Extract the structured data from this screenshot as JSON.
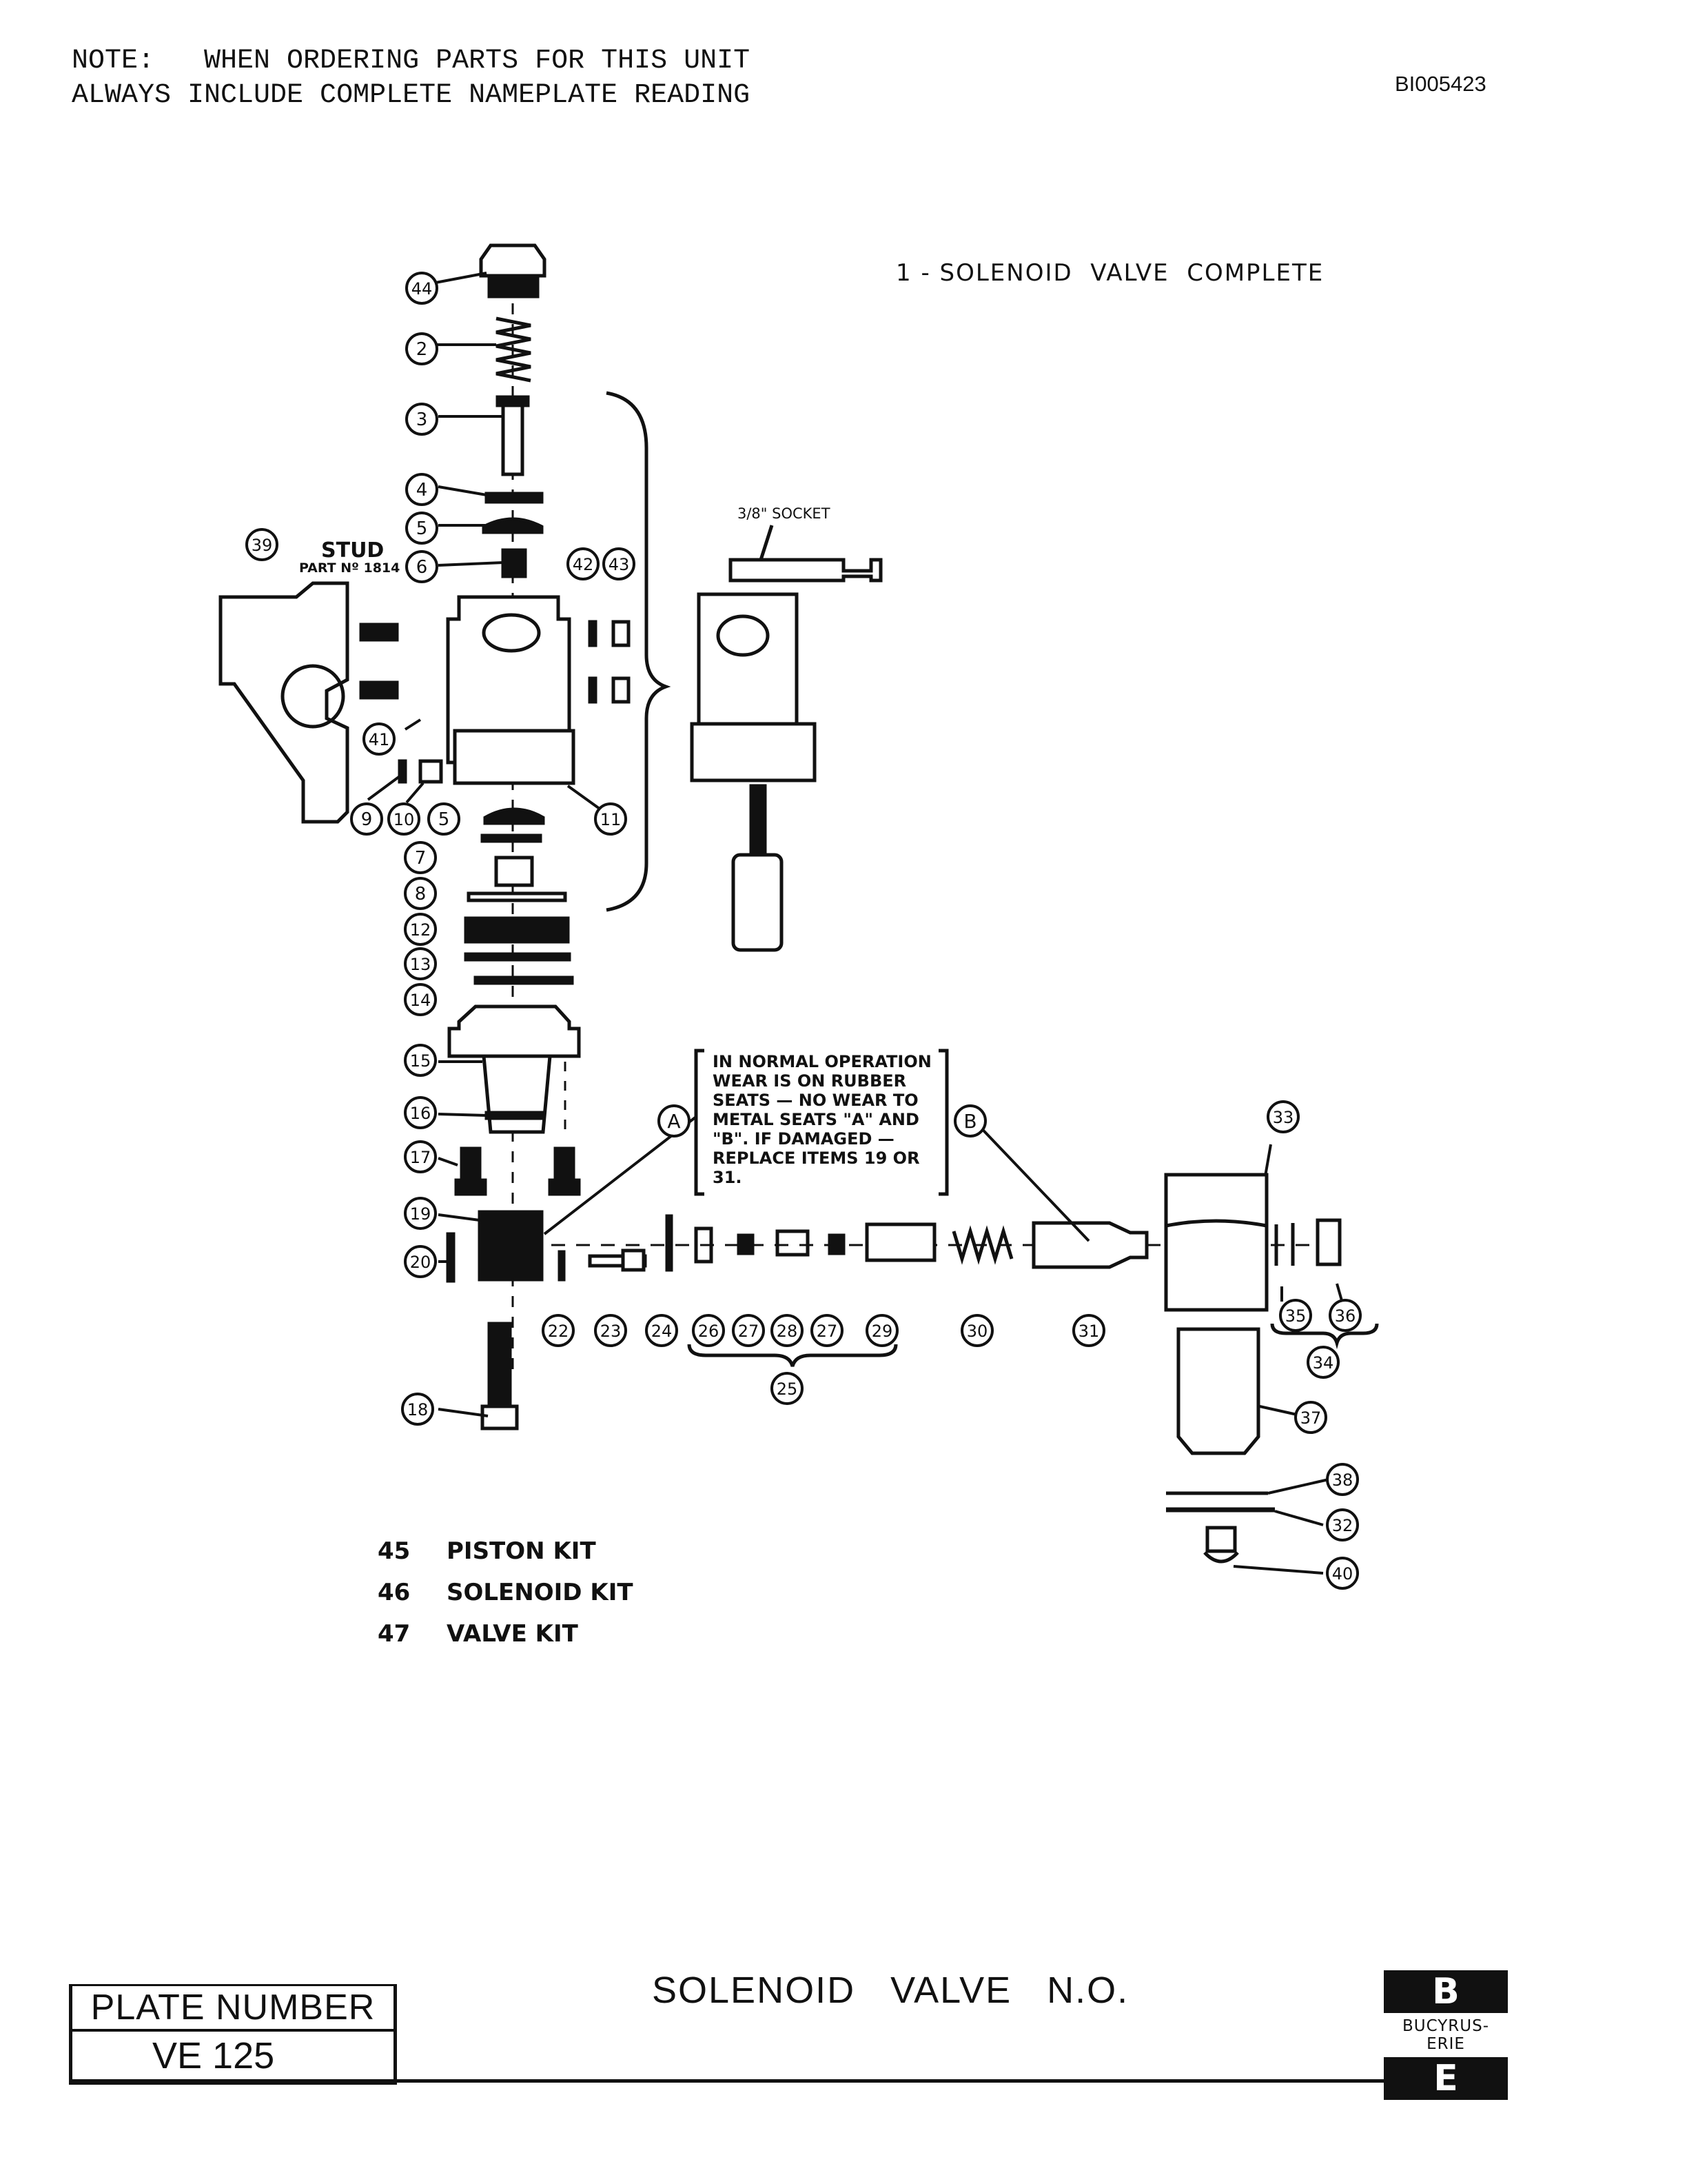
{
  "note_line1": "NOTE:   WHEN ORDERING PARTS FOR THIS UNIT",
  "note_line2": "ALWAYS INCLUDE COMPLETE NAMEPLATE READING",
  "doc_id": "BI005423",
  "complete_label": "1 - SOLENOID  VALVE  COMPLETE",
  "socket_label": "3/8\" SOCKET",
  "stud_label": "STUD",
  "stud_part_label": "PART Nº 1814",
  "callout_text": [
    "IN NORMAL OPERATION",
    "WEAR IS ON RUBBER",
    "SEATS — NO WEAR TO",
    "METAL SEATS \"A\" AND",
    "\"B\". IF DAMAGED —",
    "REPLACE ITEMS 19 OR",
    "31."
  ],
  "seat_labels": {
    "a": "A",
    "b": "B"
  },
  "part_numbers": [
    "44",
    "2",
    "3",
    "4",
    "5",
    "6",
    "39",
    "42",
    "43",
    "41",
    "9",
    "10",
    "5",
    "11",
    "7",
    "8",
    "12",
    "13",
    "14",
    "15",
    "16",
    "17",
    "19",
    "20",
    "22",
    "23",
    "24",
    "26",
    "27",
    "28",
    "27",
    "29",
    "30",
    "31",
    "33",
    "35",
    "36",
    "34",
    "25",
    "37",
    "18",
    "38",
    "32",
    "40"
  ],
  "kits": [
    {
      "num": "45",
      "name": "PISTON  KIT"
    },
    {
      "num": "46",
      "name": "SOLENOID  KIT"
    },
    {
      "num": "47",
      "name": "VALVE  KIT"
    }
  ],
  "plate_label": "PLATE NUMBER",
  "plate_value": "VE 125",
  "drawing_title": "SOLENOID   VALVE   N.O.",
  "logo_top": "B",
  "logo_brand": "BUCYRUS-ERIE",
  "logo_bottom": "E"
}
